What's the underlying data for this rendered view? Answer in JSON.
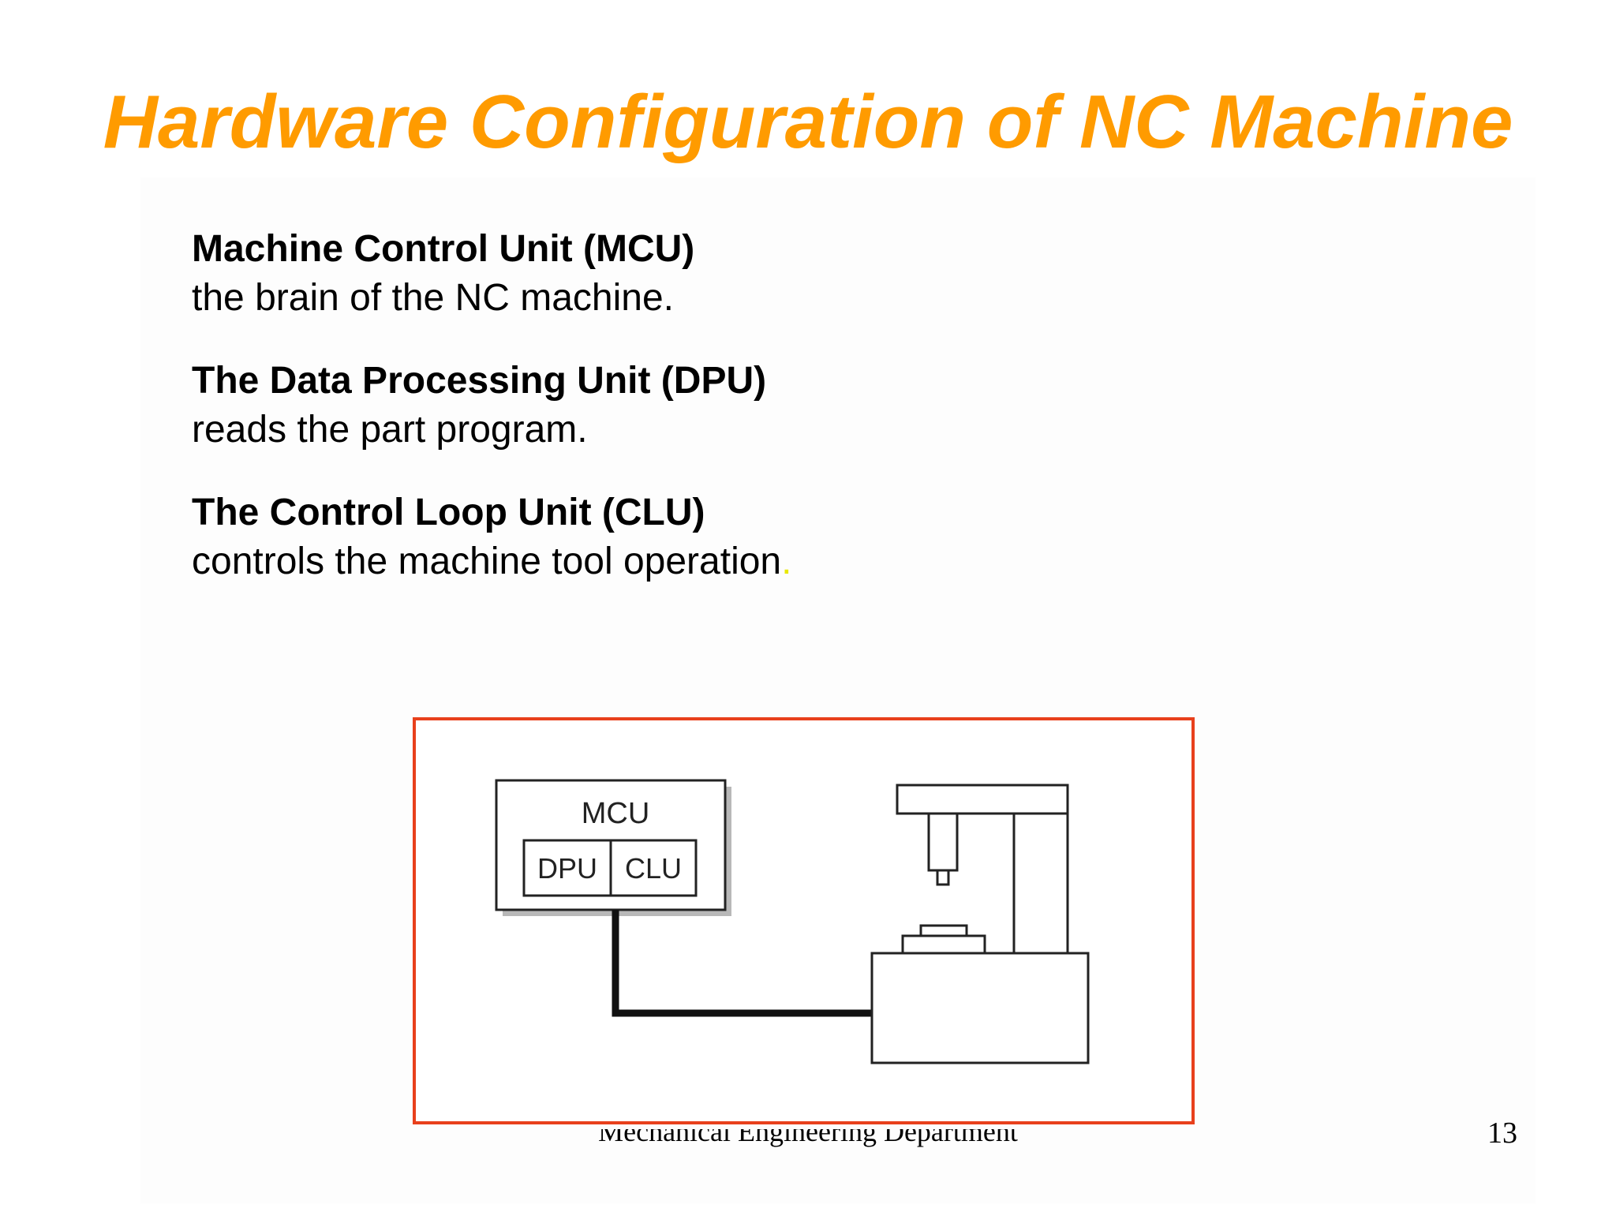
{
  "slide": {
    "title": "Hardware Configuration of NC Machine",
    "definitions": [
      {
        "term": "Machine Control Unit (MCU)",
        "description": "the brain of the NC machine"
      },
      {
        "term": "The Data Processing Unit (DPU)",
        "description": "reads the part program."
      },
      {
        "term": "The Control Loop Unit (CLU)",
        "description": "controls the machine tool operation"
      }
    ],
    "definition_0_period": ".",
    "definition_2_period": "."
  },
  "diagram": {
    "mcu_label": "MCU",
    "dpu_label": "DPU",
    "clu_label": "CLU"
  },
  "footer": {
    "department": "Mechanical Engineering Department",
    "page_number": "13"
  },
  "colors": {
    "title": "#ff9b00",
    "frame_border": "#e8401c",
    "period_accent": "#e8e800"
  }
}
